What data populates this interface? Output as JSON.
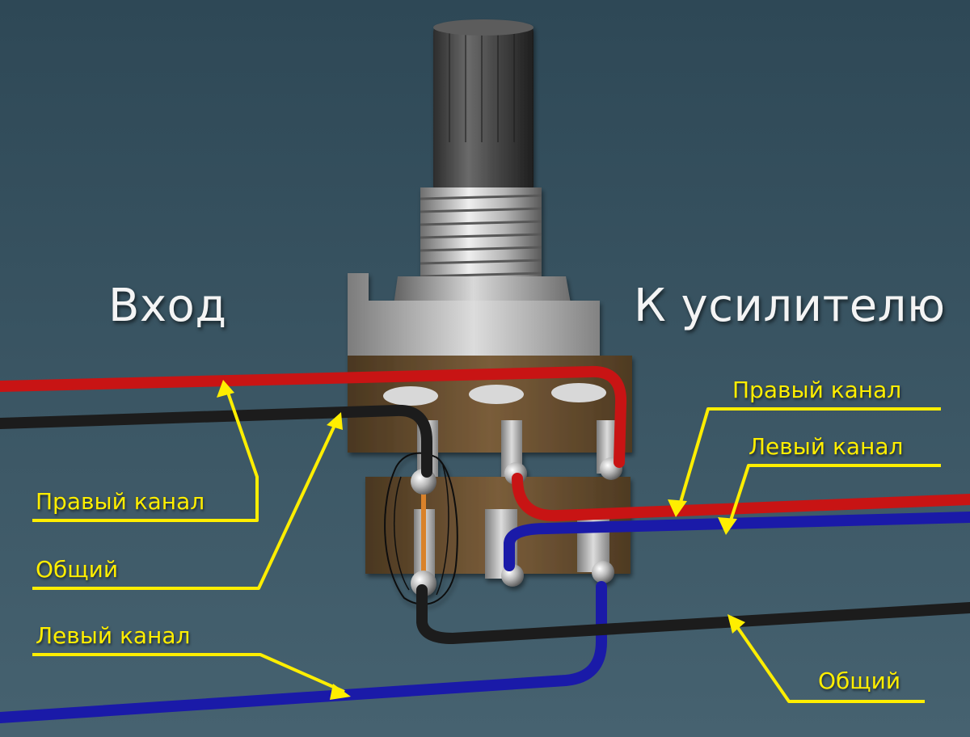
{
  "headings": {
    "input": "Вход",
    "to_amp": "К усилителю"
  },
  "labels": {
    "in_right": "Правый канал",
    "in_common": "Общий",
    "in_left": "Левый канал",
    "out_right": "Правый канал",
    "out_left": "Левый канал",
    "out_common": "Общий"
  },
  "colors": {
    "background": "#3a5563",
    "label": "#ffee00",
    "wire_right": "#c81414",
    "wire_left": "#1a1aa8",
    "wire_common": "#1c1c1c"
  }
}
